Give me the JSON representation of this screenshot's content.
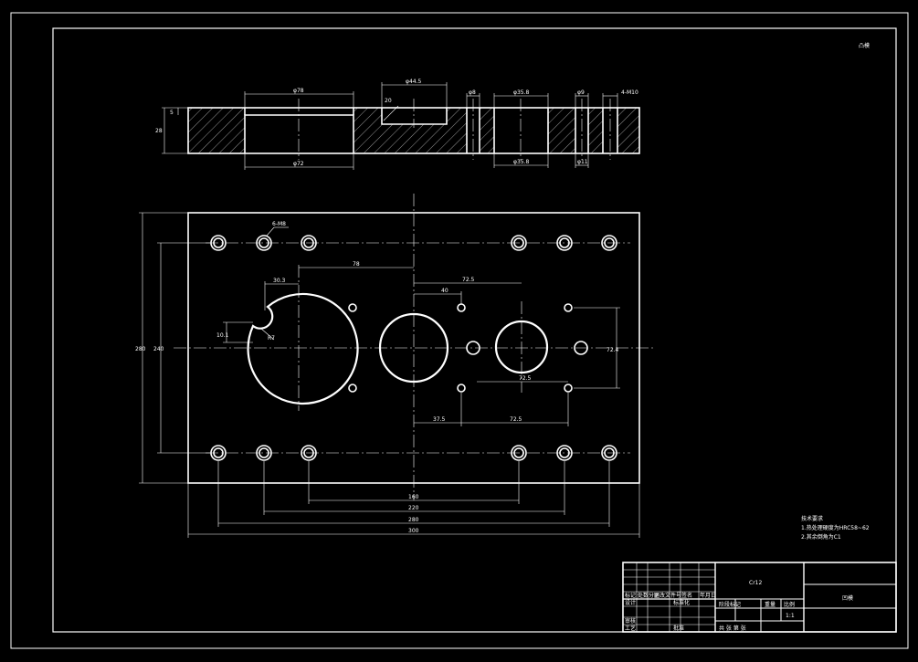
{
  "drawing": {
    "corner_label": "凸模",
    "material": "Cr12",
    "part_name": "凹模",
    "scale": "1:1",
    "notes": {
      "title": "技术要求",
      "line1": "1.热处理硬度为HRC58~62",
      "line2": "2.其余倒角为C1"
    },
    "section_dims": {
      "h_total": "28",
      "h_step": "5",
      "d_pocket_top": "φ78",
      "d_pocket_bottom": "φ72",
      "d_recess": "φ44.5",
      "recess_depth": "20",
      "d_small": "φ8",
      "d_hole_top": "φ35.8",
      "d_hole_bottom": "φ35.8",
      "d_pin_top": "φ9",
      "d_pin_bottom": "φ11",
      "d_thread": "4-M10"
    },
    "plan_dims": {
      "hole_callout": "6-M8",
      "dx_left": "30.3",
      "dx_center": "78",
      "dx_right": "72.5",
      "dx_inner": "40",
      "r_notch": "R7",
      "gap_notch": "10.1",
      "dy_right": "72.4",
      "dx_hole_circle": "72.5",
      "dx_bottom_a": "37.5",
      "dx_bottom_b": "72.5",
      "height_inner": "240",
      "height_outer": "280",
      "width_a": "160",
      "width_b": "220",
      "width_c": "280",
      "width_d": "300"
    },
    "title_block": {
      "row1": [
        "标记",
        "处数",
        "分区",
        "更改文件号",
        "签名",
        "年月日"
      ],
      "row2": [
        "设计",
        "",
        "",
        "标准化",
        "",
        ""
      ],
      "stage": "阶段标记",
      "weight": "重量",
      "scale_label": "比例",
      "row3": [
        "审核",
        "",
        "",
        "",
        "",
        ""
      ],
      "row4": [
        "工艺",
        "",
        "",
        "批准",
        "",
        ""
      ],
      "sheet": "共 张 第 张"
    }
  }
}
